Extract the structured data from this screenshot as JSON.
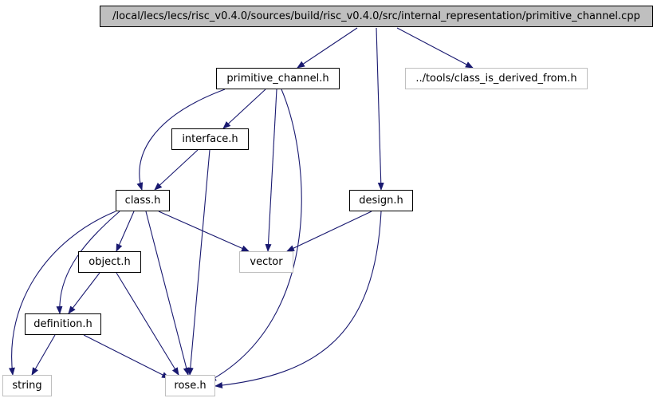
{
  "graph": {
    "colors": {
      "edge": "#191970",
      "node_border": "#000000",
      "external_border": "#bfbfbf",
      "root_fill": "#bfbfbf"
    },
    "nodes": {
      "root": {
        "label": "/local/lecs/lecs/risc_v0.4.0/sources/build/risc_v0.4.0/src/internal_representation/primitive_channel.cpp"
      },
      "primitive_channel": {
        "label": "primitive_channel.h"
      },
      "class_is_derived_from": {
        "label": "../tools/class_is_derived_from.h"
      },
      "interface": {
        "label": "interface.h"
      },
      "class": {
        "label": "class.h"
      },
      "design": {
        "label": "design.h"
      },
      "vector": {
        "label": "vector"
      },
      "object": {
        "label": "object.h"
      },
      "definition": {
        "label": "definition.h"
      },
      "string": {
        "label": "string"
      },
      "rose": {
        "label": "rose.h"
      }
    },
    "edges": [
      [
        "root",
        "primitive_channel"
      ],
      [
        "root",
        "class_is_derived_from"
      ],
      [
        "root",
        "design"
      ],
      [
        "primitive_channel",
        "interface"
      ],
      [
        "primitive_channel",
        "class"
      ],
      [
        "primitive_channel",
        "vector"
      ],
      [
        "primitive_channel",
        "rose"
      ],
      [
        "interface",
        "class"
      ],
      [
        "interface",
        "rose"
      ],
      [
        "class",
        "object"
      ],
      [
        "class",
        "definition"
      ],
      [
        "class",
        "vector"
      ],
      [
        "class",
        "string"
      ],
      [
        "class",
        "rose"
      ],
      [
        "design",
        "vector"
      ],
      [
        "design",
        "rose"
      ],
      [
        "object",
        "definition"
      ],
      [
        "object",
        "rose"
      ],
      [
        "definition",
        "string"
      ],
      [
        "definition",
        "rose"
      ]
    ]
  }
}
